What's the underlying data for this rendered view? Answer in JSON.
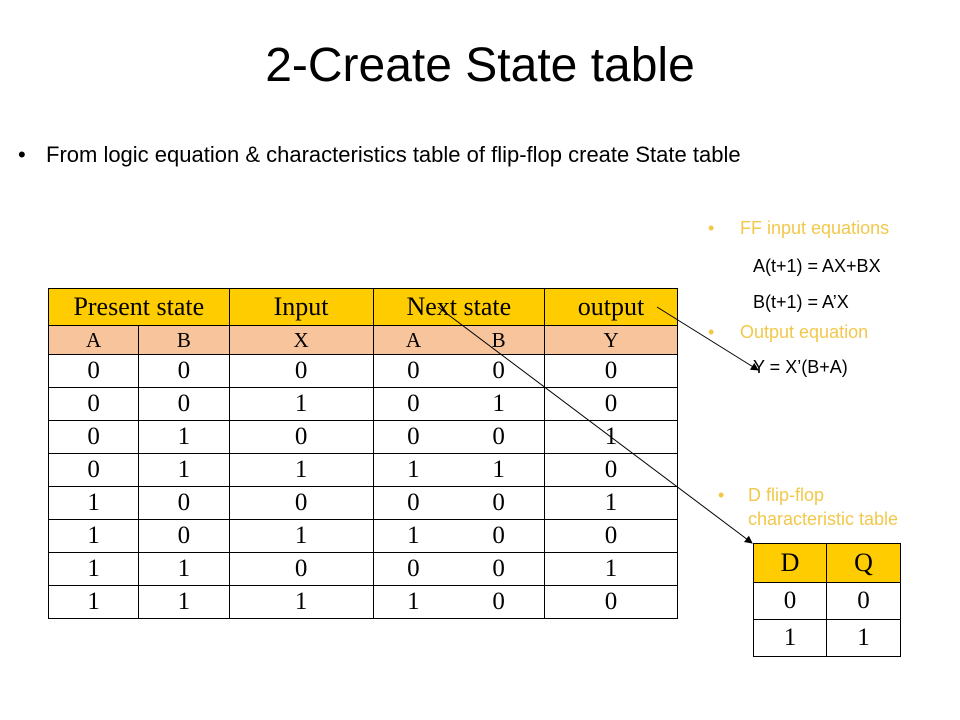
{
  "title": "2-Create State table",
  "bullet": "From logic equation & characteristics table of flip-flop create State table",
  "side": {
    "ff_heading": "FF input equations",
    "eq_a": "A(t+1) = AX+BX",
    "eq_b": "B(t+1) = A’X",
    "output_heading": "Output equation",
    "eq_y": "Y = X’(B+A)",
    "dff_line1": "D flip-flop",
    "dff_line2": "characteristic table"
  },
  "state_table": {
    "groups": [
      "Present state",
      "Input",
      "Next state",
      "output"
    ],
    "columns": [
      "A",
      "B",
      "X",
      "A",
      "B",
      "Y"
    ],
    "rows": [
      [
        "0",
        "0",
        "0",
        "0",
        "0",
        "0"
      ],
      [
        "0",
        "0",
        "1",
        "0",
        "1",
        "0"
      ],
      [
        "0",
        "1",
        "0",
        "0",
        "0",
        "1"
      ],
      [
        "0",
        "1",
        "1",
        "1",
        "1",
        "0"
      ],
      [
        "1",
        "0",
        "0",
        "0",
        "0",
        "1"
      ],
      [
        "1",
        "0",
        "1",
        "1",
        "0",
        "0"
      ],
      [
        "1",
        "1",
        "0",
        "0",
        "0",
        "1"
      ],
      [
        "1",
        "1",
        "1",
        "1",
        "0",
        "0"
      ]
    ]
  },
  "dq_table": {
    "headers": [
      "D",
      "Q"
    ],
    "rows": [
      [
        "0",
        "0"
      ],
      [
        "1",
        "1"
      ]
    ]
  },
  "colors": {
    "header_yellow": "#ffcc00",
    "subheader_peach": "#f7c49b",
    "bullet_yellow": "#f2c84b"
  }
}
